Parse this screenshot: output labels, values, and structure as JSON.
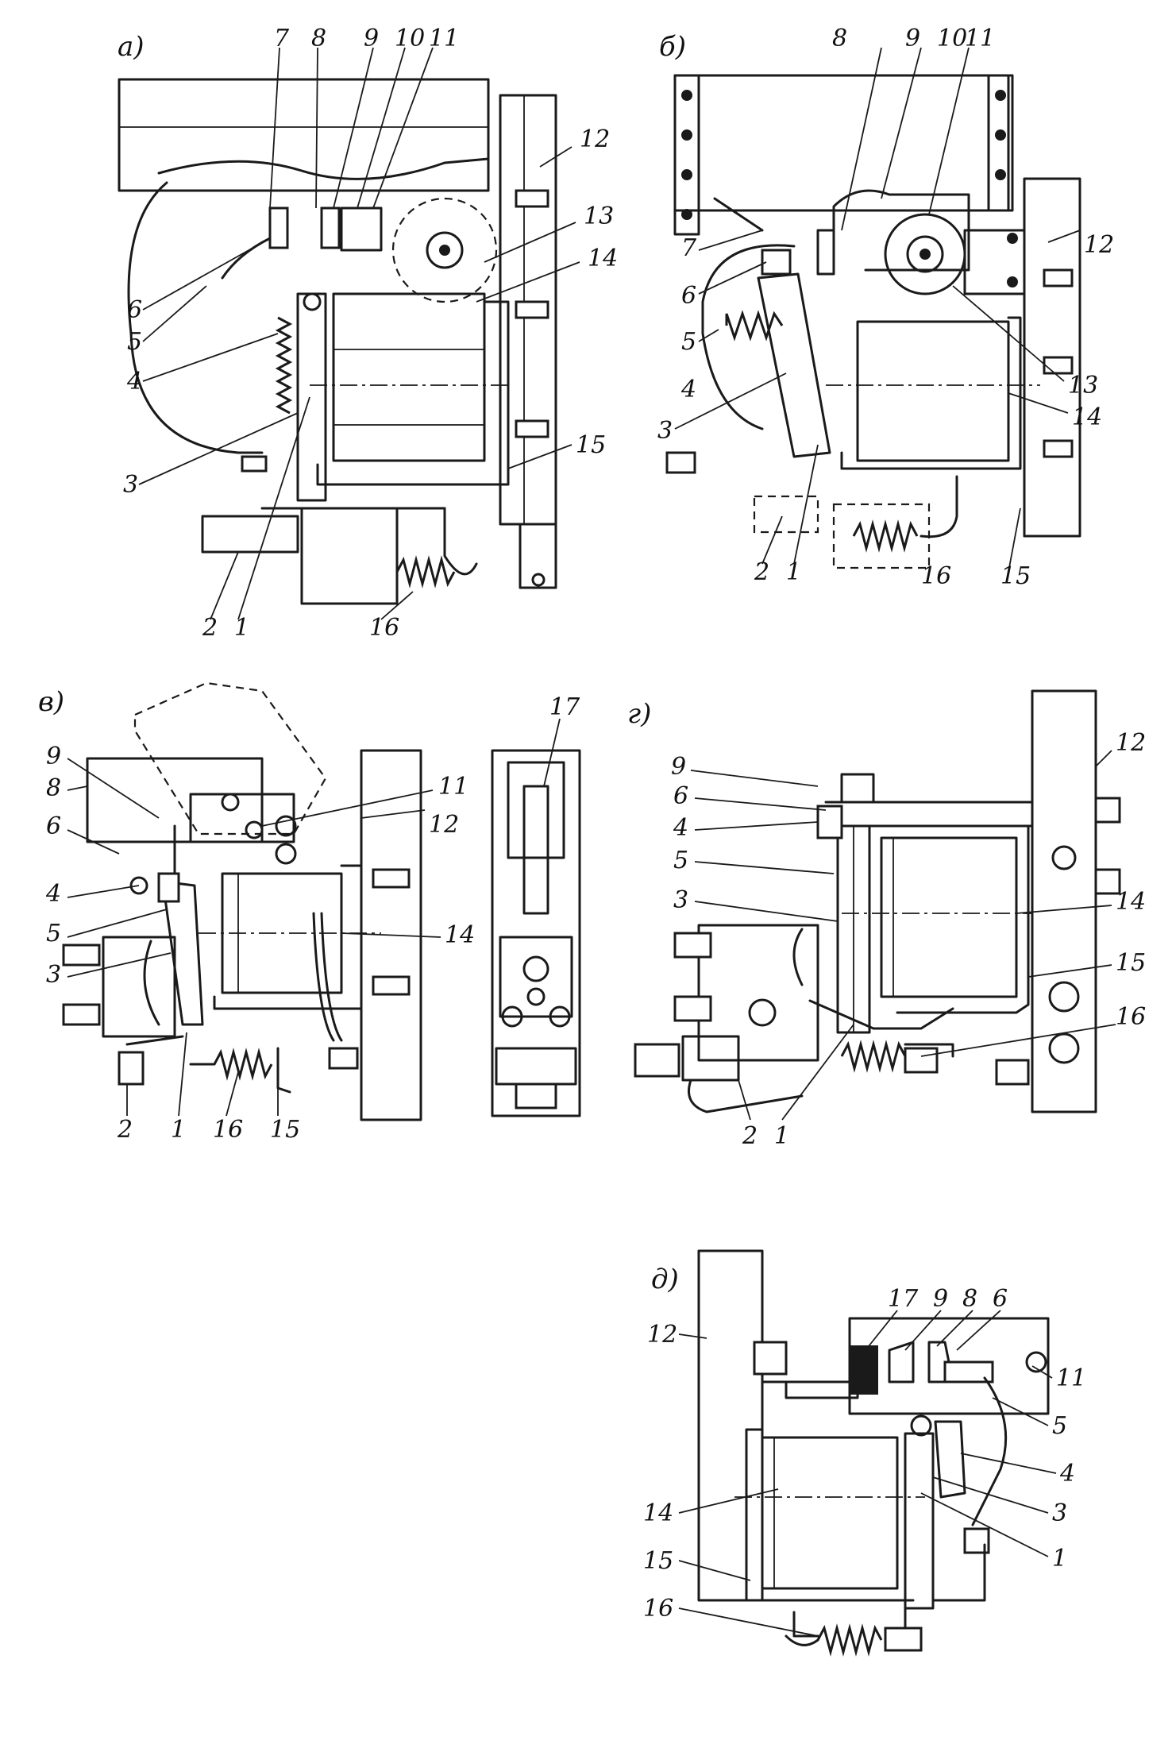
{
  "panels": [
    {
      "id": "a",
      "label": "а)",
      "items": [
        "7",
        "8",
        "9",
        "10",
        "11",
        "12",
        "13",
        "14",
        "6",
        "5",
        "4",
        "3",
        "15",
        "2",
        "1",
        "16"
      ]
    },
    {
      "id": "b",
      "label": "б)",
      "items": [
        "8",
        "9",
        "10",
        "11",
        "12",
        "7",
        "6",
        "5",
        "4",
        "3",
        "13",
        "14",
        "2",
        "1",
        "16",
        "15"
      ]
    },
    {
      "id": "v",
      "label": "в)",
      "items": [
        "9",
        "8",
        "6",
        "11",
        "12",
        "4",
        "5",
        "3",
        "14",
        "2",
        "1",
        "16",
        "15",
        "17"
      ]
    },
    {
      "id": "g",
      "label": "г)",
      "items": [
        "9",
        "6",
        "4",
        "5",
        "3",
        "12",
        "14",
        "15",
        "16",
        "2",
        "1"
      ]
    },
    {
      "id": "d",
      "label": "д)",
      "items": [
        "17",
        "9",
        "8",
        "6",
        "12",
        "11",
        "5",
        "4",
        "14",
        "3",
        "15",
        "1",
        "16"
      ]
    }
  ]
}
